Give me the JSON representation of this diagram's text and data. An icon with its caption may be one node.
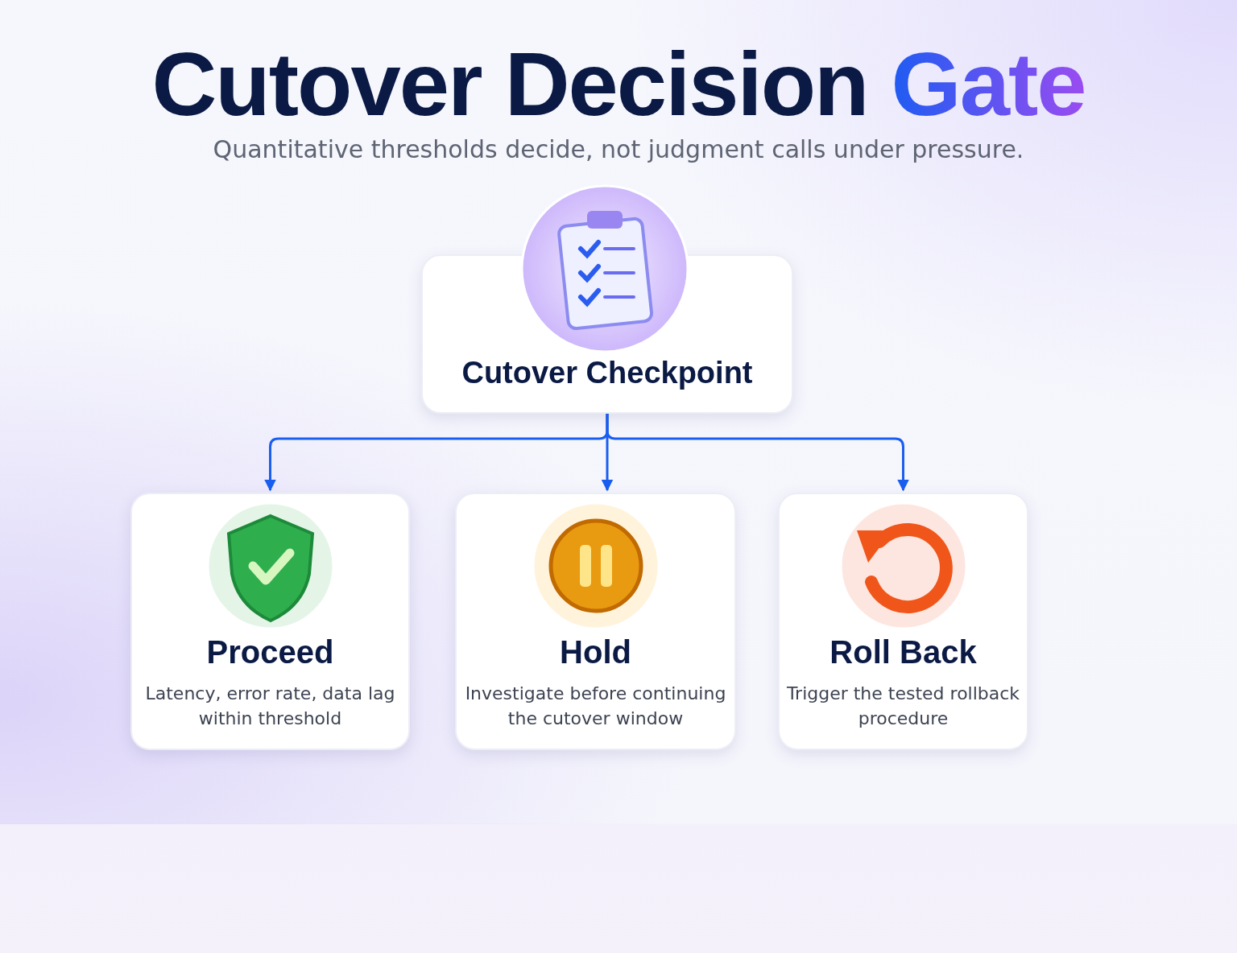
{
  "diagram": {
    "title": "Cutover Decision Gate",
    "caption": "Quantitative thresholds decide, not judgment calls under pressure.",
    "nodes": [
      {
        "text": [
          "Cutover Checkpoint"
        ]
      },
      {
        "text": [
          "Proceed",
          "Latency, error rate, data lag within threshold"
        ]
      },
      {
        "text": [
          "Hold",
          "Investigate before continuing the cutover window"
        ]
      },
      {
        "text": [
          "Roll Back",
          "Trigger the tested rollback procedure"
        ]
      }
    ],
    "edges": [
      {
        "from": 0,
        "to": 1,
        "arrow": "to"
      },
      {
        "from": 0,
        "to": 2,
        "arrow": "to"
      },
      {
        "from": 0,
        "to": 3,
        "arrow": "to"
      }
    ]
  }
}
